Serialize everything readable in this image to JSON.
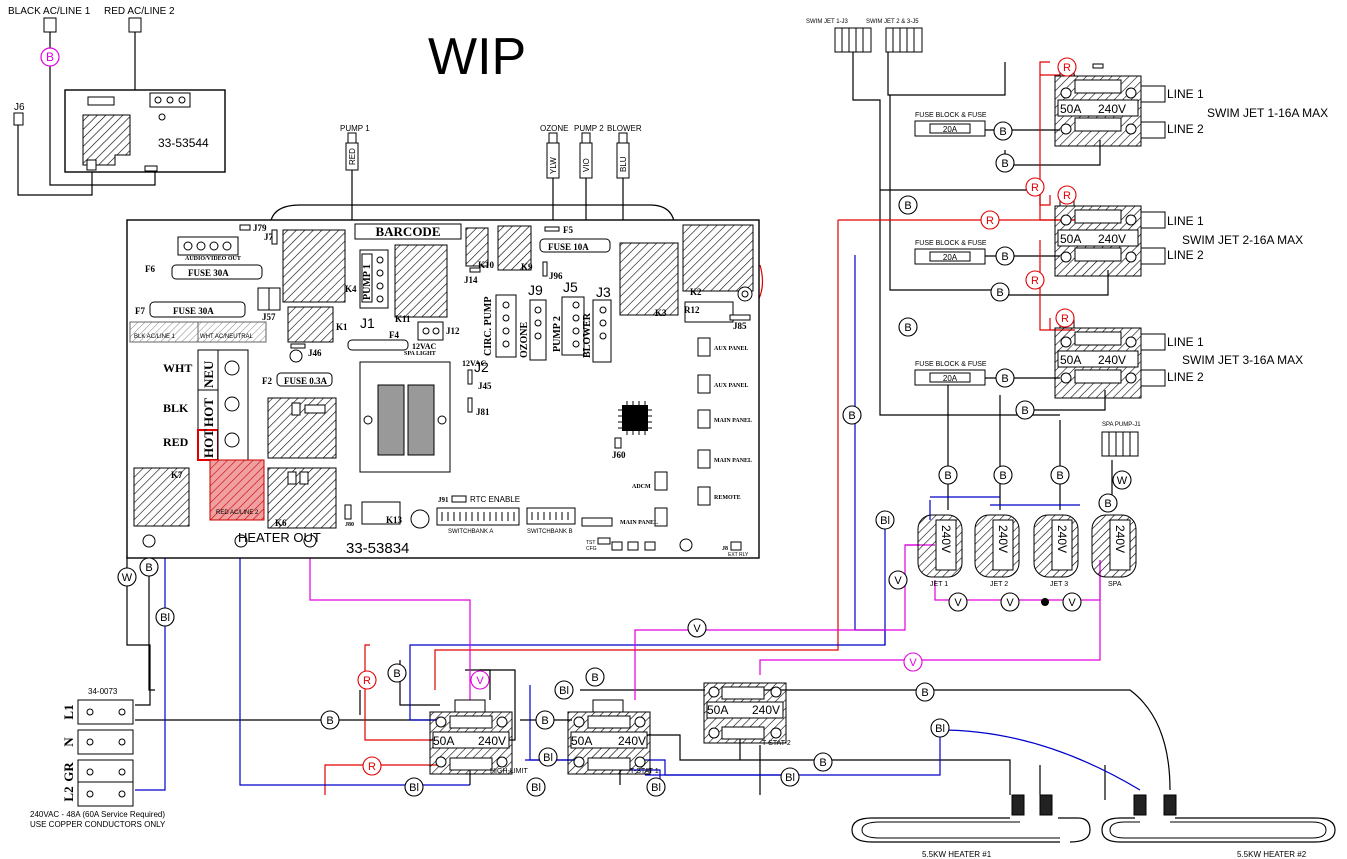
{
  "title": "WIP",
  "top_labels": {
    "black_ac_line1": "BLACK AC/LINE 1",
    "red_ac_line2": "RED AC/LINE 2",
    "j6": "J6",
    "aux_part": "33-53544",
    "swim_jet_1_j3": "SWIM JET 1-J3",
    "swim_jet_2_3_j5": "SWIM JET 2 & 3-J5",
    "spa_pump_j1": "SPA PUMP-J1"
  },
  "board": {
    "barcode": "BARCODE",
    "part_number": "33-53834",
    "j79": "J79",
    "audio_video_out": "AUDIO/VIDEO OUT",
    "f6": "F6",
    "fuse_30a_1": "FUSE 30A",
    "f7": "F7",
    "fuse_30a_2": "FUSE 30A",
    "blk_ac_line1": "BLK AC/LINE 1",
    "wht_ac_neutral": "WHT AC/NEUTRAL",
    "j7": "J7",
    "k4": "K4",
    "k1": "K1",
    "j46": "J46",
    "j57": "J57",
    "j1": "J1",
    "k11": "K11",
    "pump1_conn": "PUMP 1",
    "f4": "F4",
    "j12": "J12",
    "vac12": "12VAC",
    "spa_light": "SPA LIGHT",
    "j14": "J14",
    "k10": "K10",
    "k9": "K9",
    "f5": "F5",
    "fuse_10a": "FUSE 10A",
    "j96": "J96",
    "k2": "K2",
    "r12": "R12",
    "j85": "J85",
    "circ_pump": "CIRC. PUMP",
    "j2": "J2",
    "ozone_conn": "OZONE",
    "j9": "J9",
    "pump2_conn": "PUMP 2",
    "j5": "J5",
    "blower_conn": "BLOWER",
    "j3": "J3",
    "k3": "K3",
    "f2": "F2",
    "fuse_03a": "FUSE 0.3A",
    "vac12b": "12VAC",
    "j45": "J45",
    "j81": "J81",
    "wht": "WHT",
    "blk": "BLK",
    "red": "RED",
    "neu": "NEU",
    "hot1": "HOT",
    "hot2": "HOT",
    "k7": "K7",
    "red_ac_line2": "RED AC/LINE 2",
    "k6": "K6",
    "k13": "K13",
    "j80": "J80",
    "heater_out": "HEATER OUT",
    "j91": "J91",
    "rtc_enable": "RTC ENABLE",
    "switchbank_a": "SWITCHBANK A",
    "switchbank_b": "SWITCHBANK B",
    "j60": "J60",
    "aux_panel1": "AUX PANEL",
    "aux_panel2": "AUX PANEL",
    "main_panel1": "MAIN PANEL",
    "main_panel2": "MAIN PANEL",
    "main_panel3": "MAIN PANEL",
    "adcm": "ADCM",
    "remote": "REMOTE",
    "j8": "J8",
    "ext_rly": "EXT RLY",
    "tst": "TST",
    "cfg": "CFG"
  },
  "wire_tags": {
    "pump1": "PUMP 1",
    "red": "RED",
    "ozone": "OZONE",
    "ylw": "YLW",
    "pump2": "PUMP 2",
    "vio": "VIO",
    "blower": "BLOWER",
    "blu": "BLU"
  },
  "fuse_blocks": [
    {
      "label": "FUSE BLOCK & FUSE",
      "rating": "20A"
    },
    {
      "label": "FUSE BLOCK & FUSE",
      "rating": "20A"
    },
    {
      "label": "FUSE BLOCK & FUSE",
      "rating": "20A"
    }
  ],
  "swim_contactors": [
    {
      "amps": "50A",
      "volts": "240V",
      "line1": "LINE 1",
      "line2": "LINE 2",
      "desc": "SWIM JET 1-16A MAX"
    },
    {
      "amps": "50A",
      "volts": "240V",
      "line1": "LINE 1",
      "line2": "LINE 2",
      "desc": "SWIM JET 2-16A MAX"
    },
    {
      "amps": "50A",
      "volts": "240V",
      "line1": "LINE 1",
      "line2": "LINE 2",
      "desc": "SWIM JET 3-16A MAX"
    }
  ],
  "motors": [
    {
      "voltage": "240V",
      "label": "JET 1"
    },
    {
      "voltage": "240V",
      "label": "JET 2"
    },
    {
      "voltage": "240V",
      "label": "JET 3"
    },
    {
      "voltage": "240V",
      "label": "SPA"
    }
  ],
  "contactors_bottom": [
    {
      "amps": "50A",
      "volts": "240V",
      "label": "HIGH-LIMIT"
    },
    {
      "amps": "50A",
      "volts": "240V",
      "label": "T-STAT 1"
    },
    {
      "amps": "50A",
      "volts": "240V",
      "label": "T-STAT 2"
    }
  ],
  "terminal_block": {
    "part": "34-0073",
    "labels": [
      "L1",
      "N",
      "GR",
      "L2"
    ],
    "note1": "240VAC - 48A (60A Service Required)",
    "note2": "USE COPPER CONDUCTORS ONLY"
  },
  "heaters": [
    {
      "label": "5.5KW HEATER #1"
    },
    {
      "label": "5.5KW HEATER #2"
    }
  ],
  "circle_codes": {
    "b": "B",
    "r": "R",
    "v": "V",
    "w": "W",
    "bl": "Bl"
  },
  "colors": {
    "black": "#000000",
    "red": "#e00000",
    "blue": "#0000c8",
    "violet": "#e000e0",
    "hatch": "#000000"
  }
}
